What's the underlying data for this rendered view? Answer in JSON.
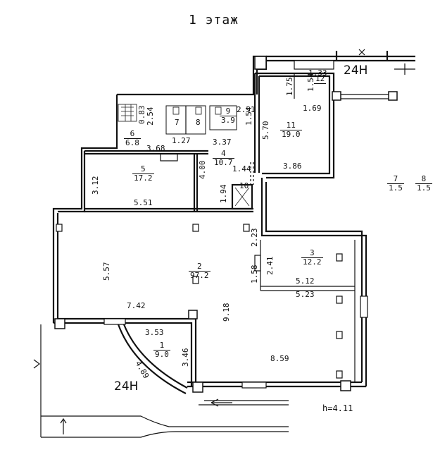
{
  "floor_title": "1 этаж",
  "rooms": [
    {
      "id": "1",
      "number": "1",
      "area": "9.0"
    },
    {
      "id": "2",
      "number": "2",
      "area": "97.2"
    },
    {
      "id": "3",
      "number": "3",
      "area": "12.2"
    },
    {
      "id": "4",
      "number": "4",
      "area": "10.7"
    },
    {
      "id": "5",
      "number": "5",
      "area": "17.2"
    },
    {
      "id": "6",
      "number": "6",
      "area": "6.8"
    },
    {
      "id": "7",
      "number": "7",
      "area": ""
    },
    {
      "id": "8",
      "number": "8",
      "area": ""
    },
    {
      "id": "9",
      "number": "9",
      "area": "3.9"
    },
    {
      "id": "10",
      "number": "10",
      "area": ""
    },
    {
      "id": "11",
      "number": "11",
      "area": "19.0"
    },
    {
      "id": "12",
      "number": "12",
      "area": "1.54"
    }
  ],
  "side_rooms": [
    {
      "number": "7",
      "area": "1.5"
    },
    {
      "number": "8",
      "area": "1.5"
    }
  ],
  "dimensions": {
    "d1_33": "1.33",
    "d1_75": "1.75",
    "d1_54a": "1.54",
    "d1_69": "1.69",
    "d0_83": "0.83",
    "d2_54": "2.54",
    "d2_51": "2.51",
    "d1_54b": "1.54",
    "d5_70": "5.70",
    "d1_27": "1.27",
    "d3_37": "3.37",
    "d3_68": "3.68",
    "d4_00": "4.00",
    "d1_44": "1.44",
    "d3_86": "3.86",
    "d3_12": "3.12",
    "d1_94": "1.94",
    "d5_51": "5.51",
    "d2_23": "2.23",
    "d5_57": "5.57",
    "d2_41": "2.41",
    "d1_58": "1.58",
    "d5_12": "5.12",
    "d5_23": "5.23",
    "d9_18": "9.18",
    "d7_42": "7.42",
    "d3_53": "3.53",
    "d3_46": "3.46",
    "d4_89": "4.89",
    "d8_59": "8.59"
  },
  "markers": {
    "label_24h_top": "24Н",
    "label_24h_bottom": "24Н"
  },
  "height_note": "h=4.11"
}
